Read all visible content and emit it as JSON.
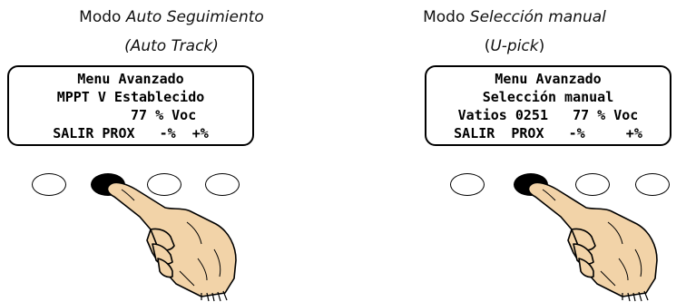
{
  "colors": {
    "ink": "#000000",
    "background": "#ffffff",
    "skin": "#f2d3a8",
    "pressed_button": "#000000"
  },
  "panels": [
    {
      "caption_prefix": "Modo",
      "caption_mode": "Auto Seguimiento",
      "caption_sub": "(Auto Track)",
      "lcd_lines": [
        "Menu Avanzado",
        "MPPT V Establecido",
        "        77 % Voc",
        "SALIR PROX   -%  +%"
      ],
      "buttons": [
        "off",
        "pressed",
        "off",
        "off"
      ],
      "icon": "pointing-hand-icon"
    },
    {
      "caption_prefix": "Modo",
      "caption_mode": "Selección manual",
      "caption_sub_open": "(",
      "caption_sub_text": "U-pick",
      "caption_sub_close": ")",
      "lcd_lines": [
        "Menu Avanzado",
        "Selección manual",
        "Vatios 0251   77 % Voc",
        "SALIR  PROX   -%     +%"
      ],
      "buttons": [
        "off",
        "pressed",
        "off",
        "off"
      ],
      "icon": "pointing-hand-icon"
    }
  ]
}
